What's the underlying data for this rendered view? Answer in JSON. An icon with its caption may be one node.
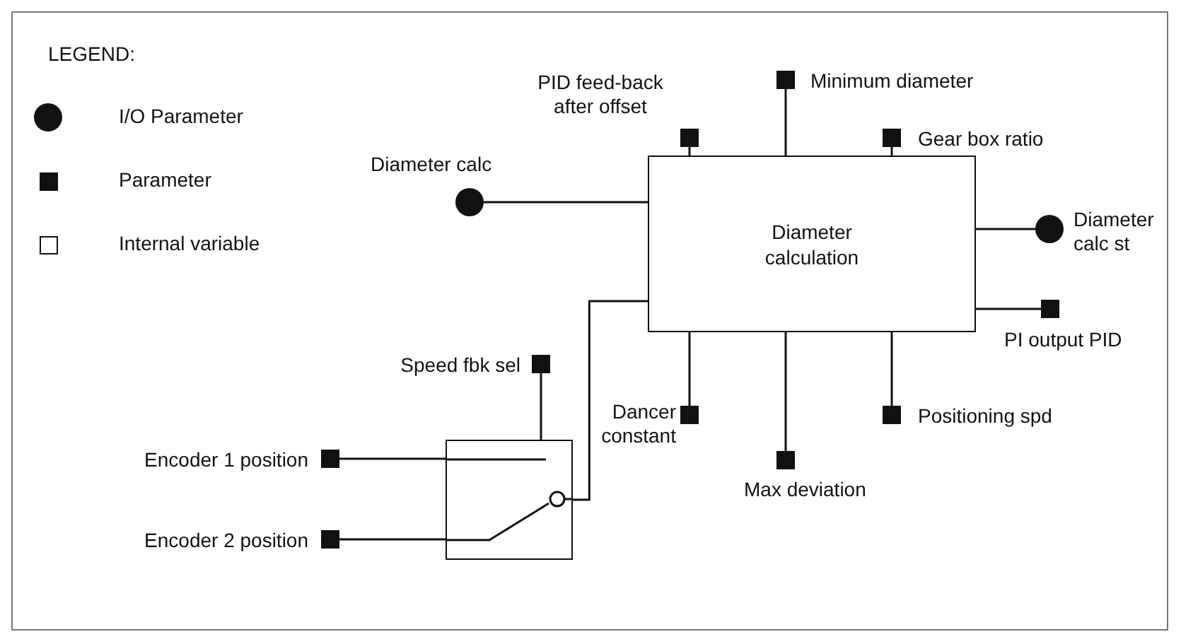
{
  "diagram": {
    "nodes": [
      {
        "text": [
          "Diameter calculation"
        ]
      },
      {
        "text": [],
        "shape": "circle",
        "beside": [
          "Diameter calc"
        ]
      },
      {
        "text": [],
        "shape": "box",
        "beside": [
          "PID feed-back after offset"
        ]
      },
      {
        "text": [],
        "shape": "box",
        "beside": [
          "Minimum diameter"
        ]
      },
      {
        "text": [],
        "shape": "box",
        "beside": [
          "Gear box ratio"
        ]
      },
      {
        "text": [],
        "shape": "circle",
        "beside": [
          "Diameter calc st"
        ]
      },
      {
        "text": [],
        "shape": "box",
        "beside": [
          "PI output PID"
        ]
      },
      {
        "text": [],
        "shape": "box",
        "beside": [
          "Positioning spd"
        ]
      },
      {
        "text": [],
        "shape": "box",
        "beside": [
          "Max deviation"
        ]
      },
      {
        "text": [],
        "shape": "box",
        "beside": [
          "Dancer constant"
        ]
      },
      {
        "text": [],
        "shape": "box"
      },
      {
        "text": [],
        "shape": "box",
        "beside": [
          "Speed fbk sel"
        ]
      },
      {
        "text": [],
        "shape": "box",
        "beside": [
          "Encoder 1 position"
        ]
      },
      {
        "text": [],
        "shape": "box",
        "beside": [
          "Encoder 2 position"
        ]
      }
    ],
    "edges": [
      {
        "from": 1,
        "to": 0,
        "arrow": "none"
      },
      {
        "from": 2,
        "to": 0,
        "arrow": "none"
      },
      {
        "from": 3,
        "to": 0,
        "arrow": "none"
      },
      {
        "from": 4,
        "to": 0,
        "arrow": "none"
      },
      {
        "from": 0,
        "to": 5,
        "arrow": "none"
      },
      {
        "from": 0,
        "to": 6,
        "arrow": "none"
      },
      {
        "from": 0,
        "to": 7,
        "arrow": "none"
      },
      {
        "from": 0,
        "to": 8,
        "arrow": "none"
      },
      {
        "from": 0,
        "to": 9,
        "arrow": "none"
      },
      {
        "from": 10,
        "to": 0,
        "arrow": "none"
      },
      {
        "from": 11,
        "to": 10,
        "arrow": "none"
      },
      {
        "from": 12,
        "to": 10,
        "arrow": "none"
      },
      {
        "from": 13,
        "to": 10,
        "arrow": "none"
      }
    ],
    "labels": [
      "LEGEND:"
    ],
    "legend": [
      {
        "text": "I/O Parameter"
      },
      {
        "text": "Parameter"
      },
      {
        "text": "Internal variable"
      }
    ]
  }
}
